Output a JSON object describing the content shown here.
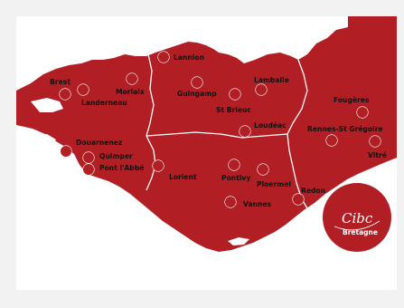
{
  "map": {
    "colors": {
      "land": "#b11f25",
      "sea": "#ffffff",
      "borders": "#ffffff",
      "dots": "#b11f25",
      "labels": "#111111"
    },
    "cities": [
      {
        "id": "brest",
        "name": "Brest"
      },
      {
        "id": "landerneau",
        "name": "Landerneau"
      },
      {
        "id": "morlaix",
        "name": "Morlaix"
      },
      {
        "id": "lannion",
        "name": "Lannion"
      },
      {
        "id": "guingamp",
        "name": "Guingamp"
      },
      {
        "id": "lamballe",
        "name": "Lamballe"
      },
      {
        "id": "st-brieuc",
        "name": "St Brieuc"
      },
      {
        "id": "loudeac",
        "name": "Loudéac"
      },
      {
        "id": "fougeres",
        "name": "Fougères"
      },
      {
        "id": "rennes",
        "name": "Rennes-St Grégoire"
      },
      {
        "id": "vitre",
        "name": "Vitré"
      },
      {
        "id": "douarnenez",
        "name": "Douarnenez"
      },
      {
        "id": "quimper",
        "name": "Quimper"
      },
      {
        "id": "pont-l-abbe",
        "name": "Pont l'Abbé"
      },
      {
        "id": "lorient",
        "name": "Lorient"
      },
      {
        "id": "pontivy",
        "name": "Pontivy"
      },
      {
        "id": "ploermel",
        "name": "Ploermel"
      },
      {
        "id": "vannes",
        "name": "Vannes"
      },
      {
        "id": "redon",
        "name": "Redon"
      }
    ]
  },
  "logo": {
    "line1": "Cibc",
    "line2": "Bretagne"
  }
}
